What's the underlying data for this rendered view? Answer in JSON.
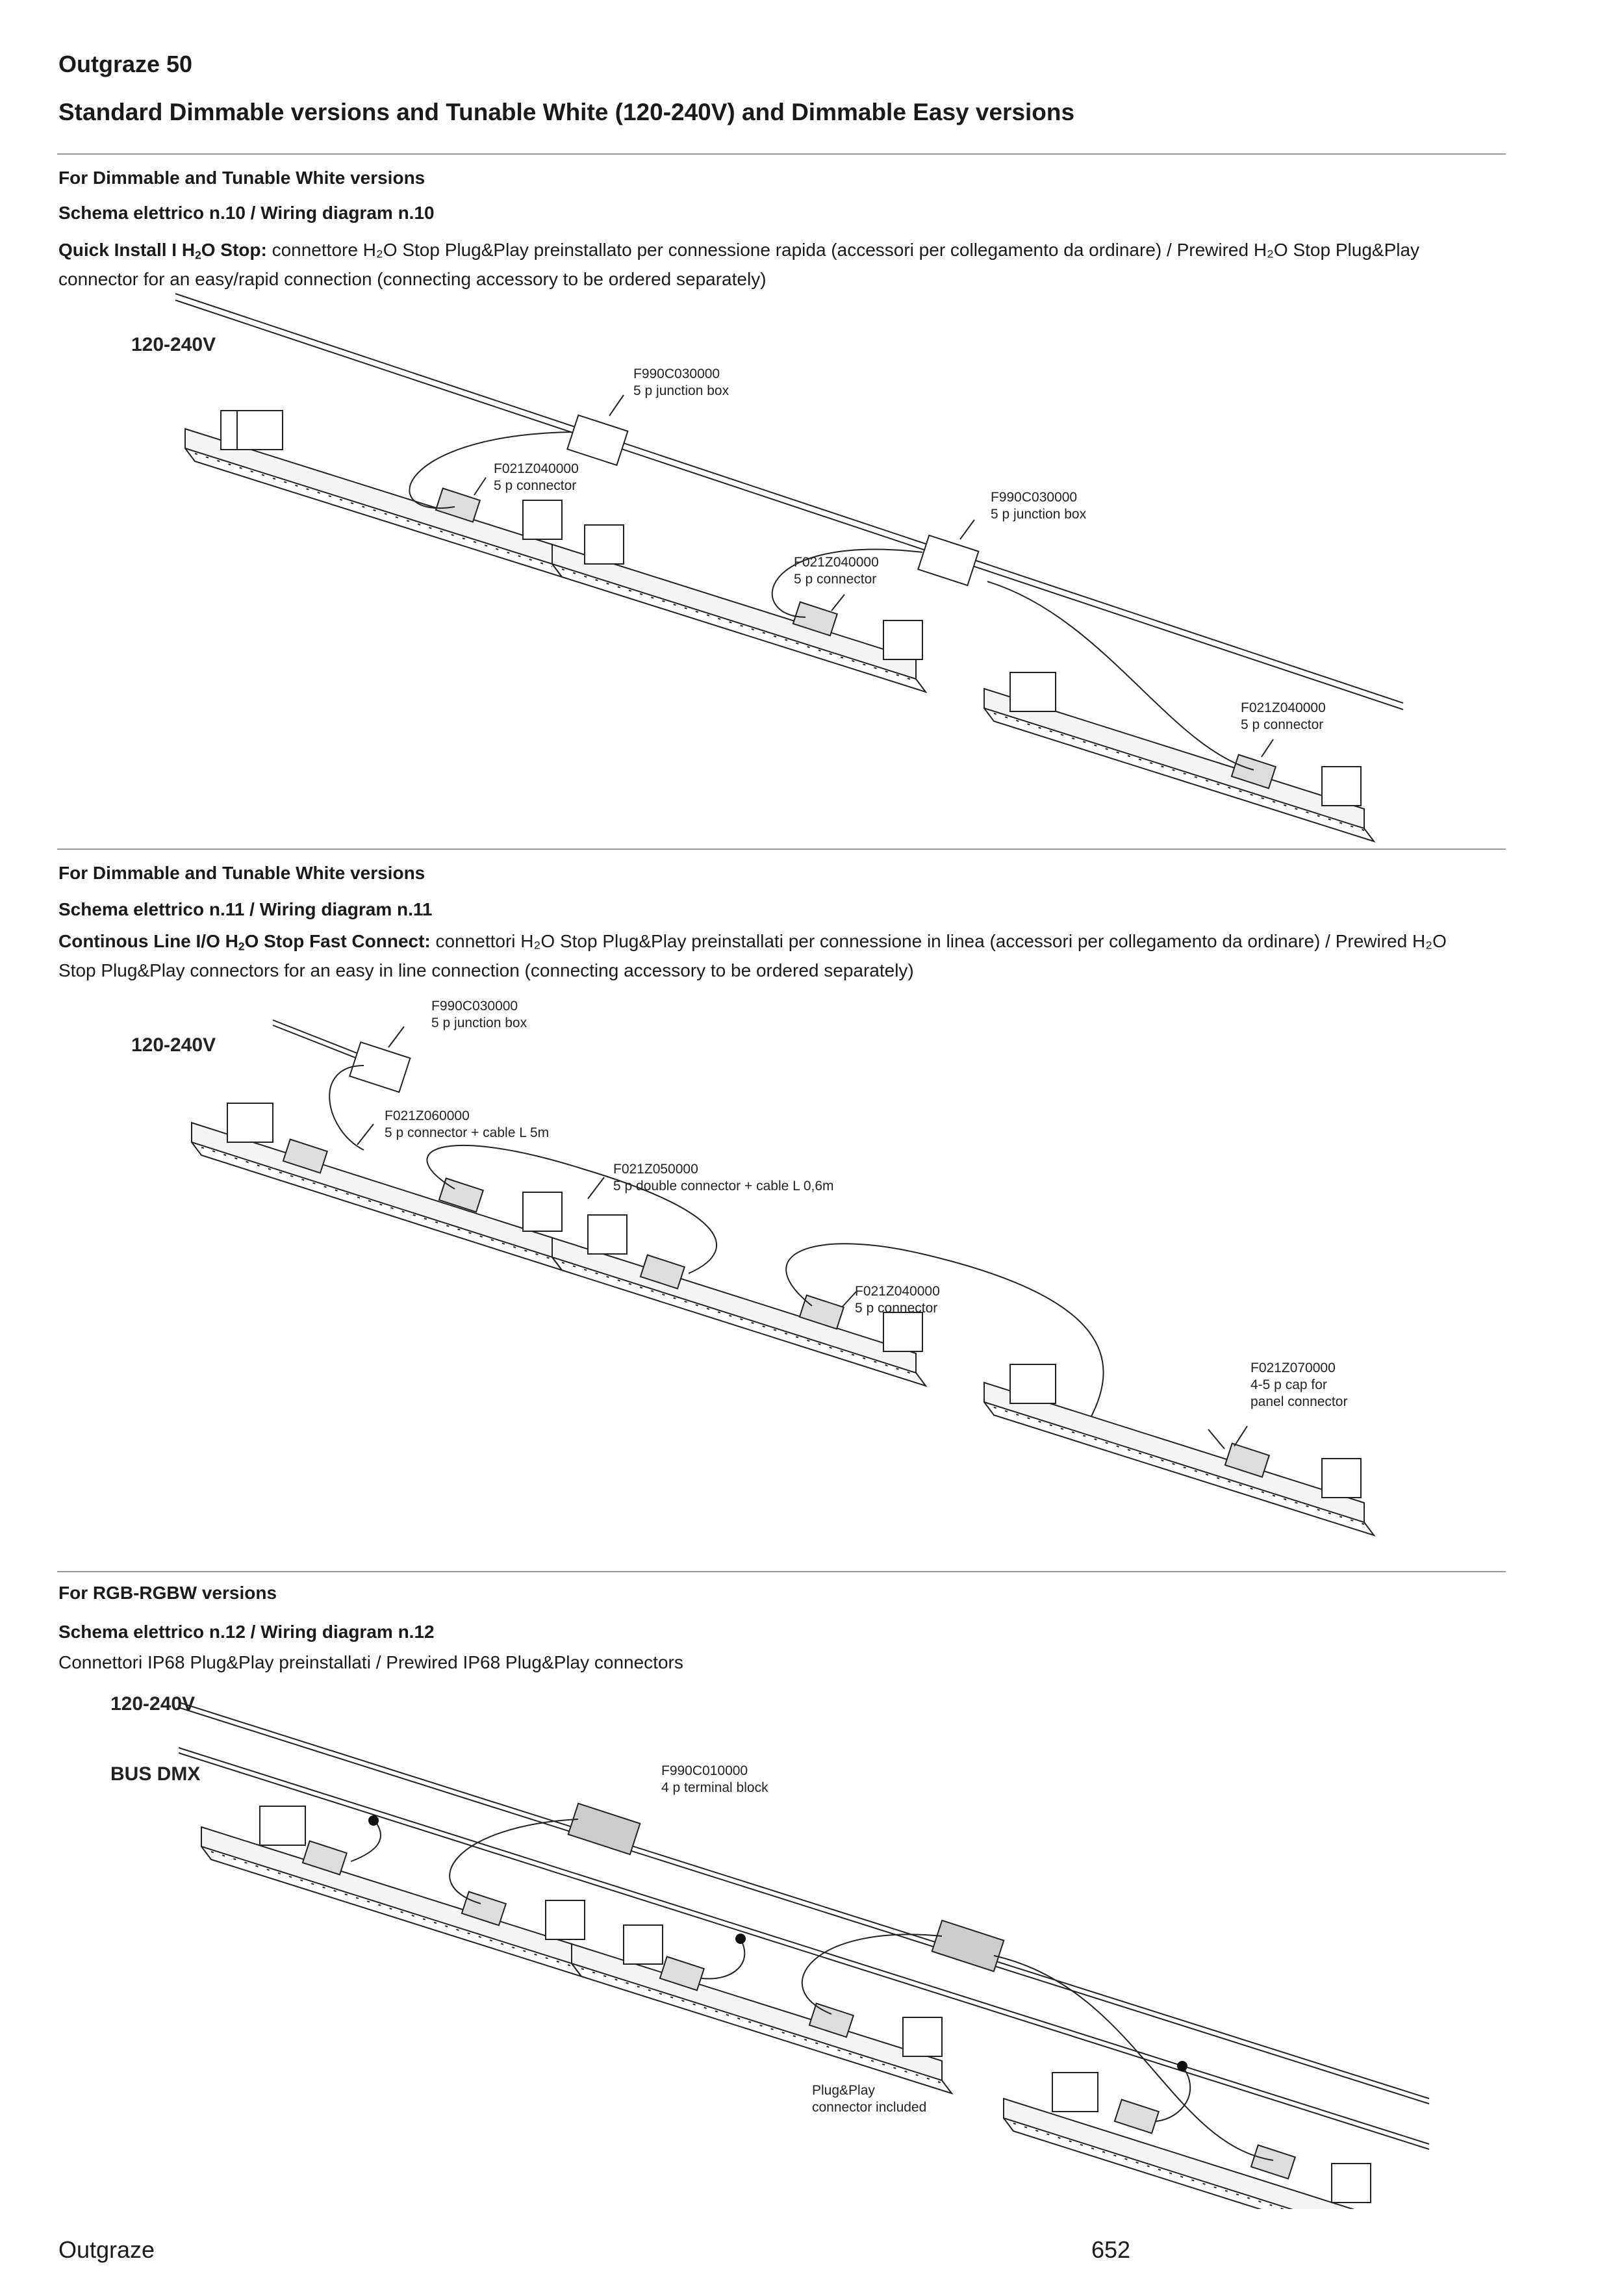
{
  "header": {
    "product": "Outgraze 50",
    "title": "Standard Dimmable versions and Tunable White (120-240V) and Dimmable Easy versions"
  },
  "sections": [
    {
      "heading": "For Dimmable and Tunable White versions",
      "diagram_title": "Schema elettrico n.10 / Wiring diagram n.10",
      "desc_bold": "Quick Install I H",
      "desc_bold_sub": "2",
      "desc_bold_end": "O Stop:",
      "desc_text": " connettore H₂O Stop Plug&Play preinstallato per connessione rapida (accessori per collegamento da ordinare) / Prewired H₂O Stop Plug&Play connector for an easy/rapid connection (connecting accessory to be ordered separately)",
      "voltage": "120-240V",
      "labels": [
        {
          "code": "F990C030000",
          "text": "5 p junction box"
        },
        {
          "code": "F021Z040000",
          "text": "5 p connector"
        },
        {
          "code": "F990C030000",
          "text": "5 p junction box"
        },
        {
          "code": "F021Z040000",
          "text": "5 p connector"
        },
        {
          "code": "F021Z040000",
          "text": "5 p connector"
        }
      ]
    },
    {
      "heading": "For Dimmable and Tunable White versions",
      "diagram_title": "Schema elettrico n.11 / Wiring diagram n.11",
      "desc_bold": "Continous Line I/O H",
      "desc_bold_sub": "2",
      "desc_bold_end": "O Stop Fast Connect:",
      "desc_text": " connettori H₂O Stop Plug&Play preinstallati per connessione in linea (accessori per collegamento da ordinare) / Prewired H₂O Stop Plug&Play connectors for an easy in line connection (connecting accessory to be ordered separately)",
      "voltage": "120-240V",
      "labels": [
        {
          "code": "F990C030000",
          "text": "5 p junction box"
        },
        {
          "code": "F021Z060000",
          "text": "5 p connector + cable L 5m"
        },
        {
          "code": "F021Z050000",
          "text": "5 p double connector + cable L 0,6m"
        },
        {
          "code": "F021Z040000",
          "text": "5 p connector"
        },
        {
          "code": "F021Z070000",
          "text": "4-5 p cap for",
          "text2": "panel connector"
        }
      ]
    },
    {
      "heading": "For RGB-RGBW versions",
      "diagram_title": "Schema elettrico n.12 / Wiring diagram n.12",
      "desc_text": "Connettori IP68 Plug&Play preinstallati / Prewired IP68 Plug&Play connectors",
      "voltage": "120-240V",
      "bus": "BUS DMX",
      "labels": [
        {
          "code": "F990C010000",
          "text": "4 p terminal block"
        },
        {
          "code": "Plug&Play",
          "text": "connector included"
        }
      ]
    }
  ],
  "footer": {
    "name": "Outgraze",
    "page": "652"
  }
}
